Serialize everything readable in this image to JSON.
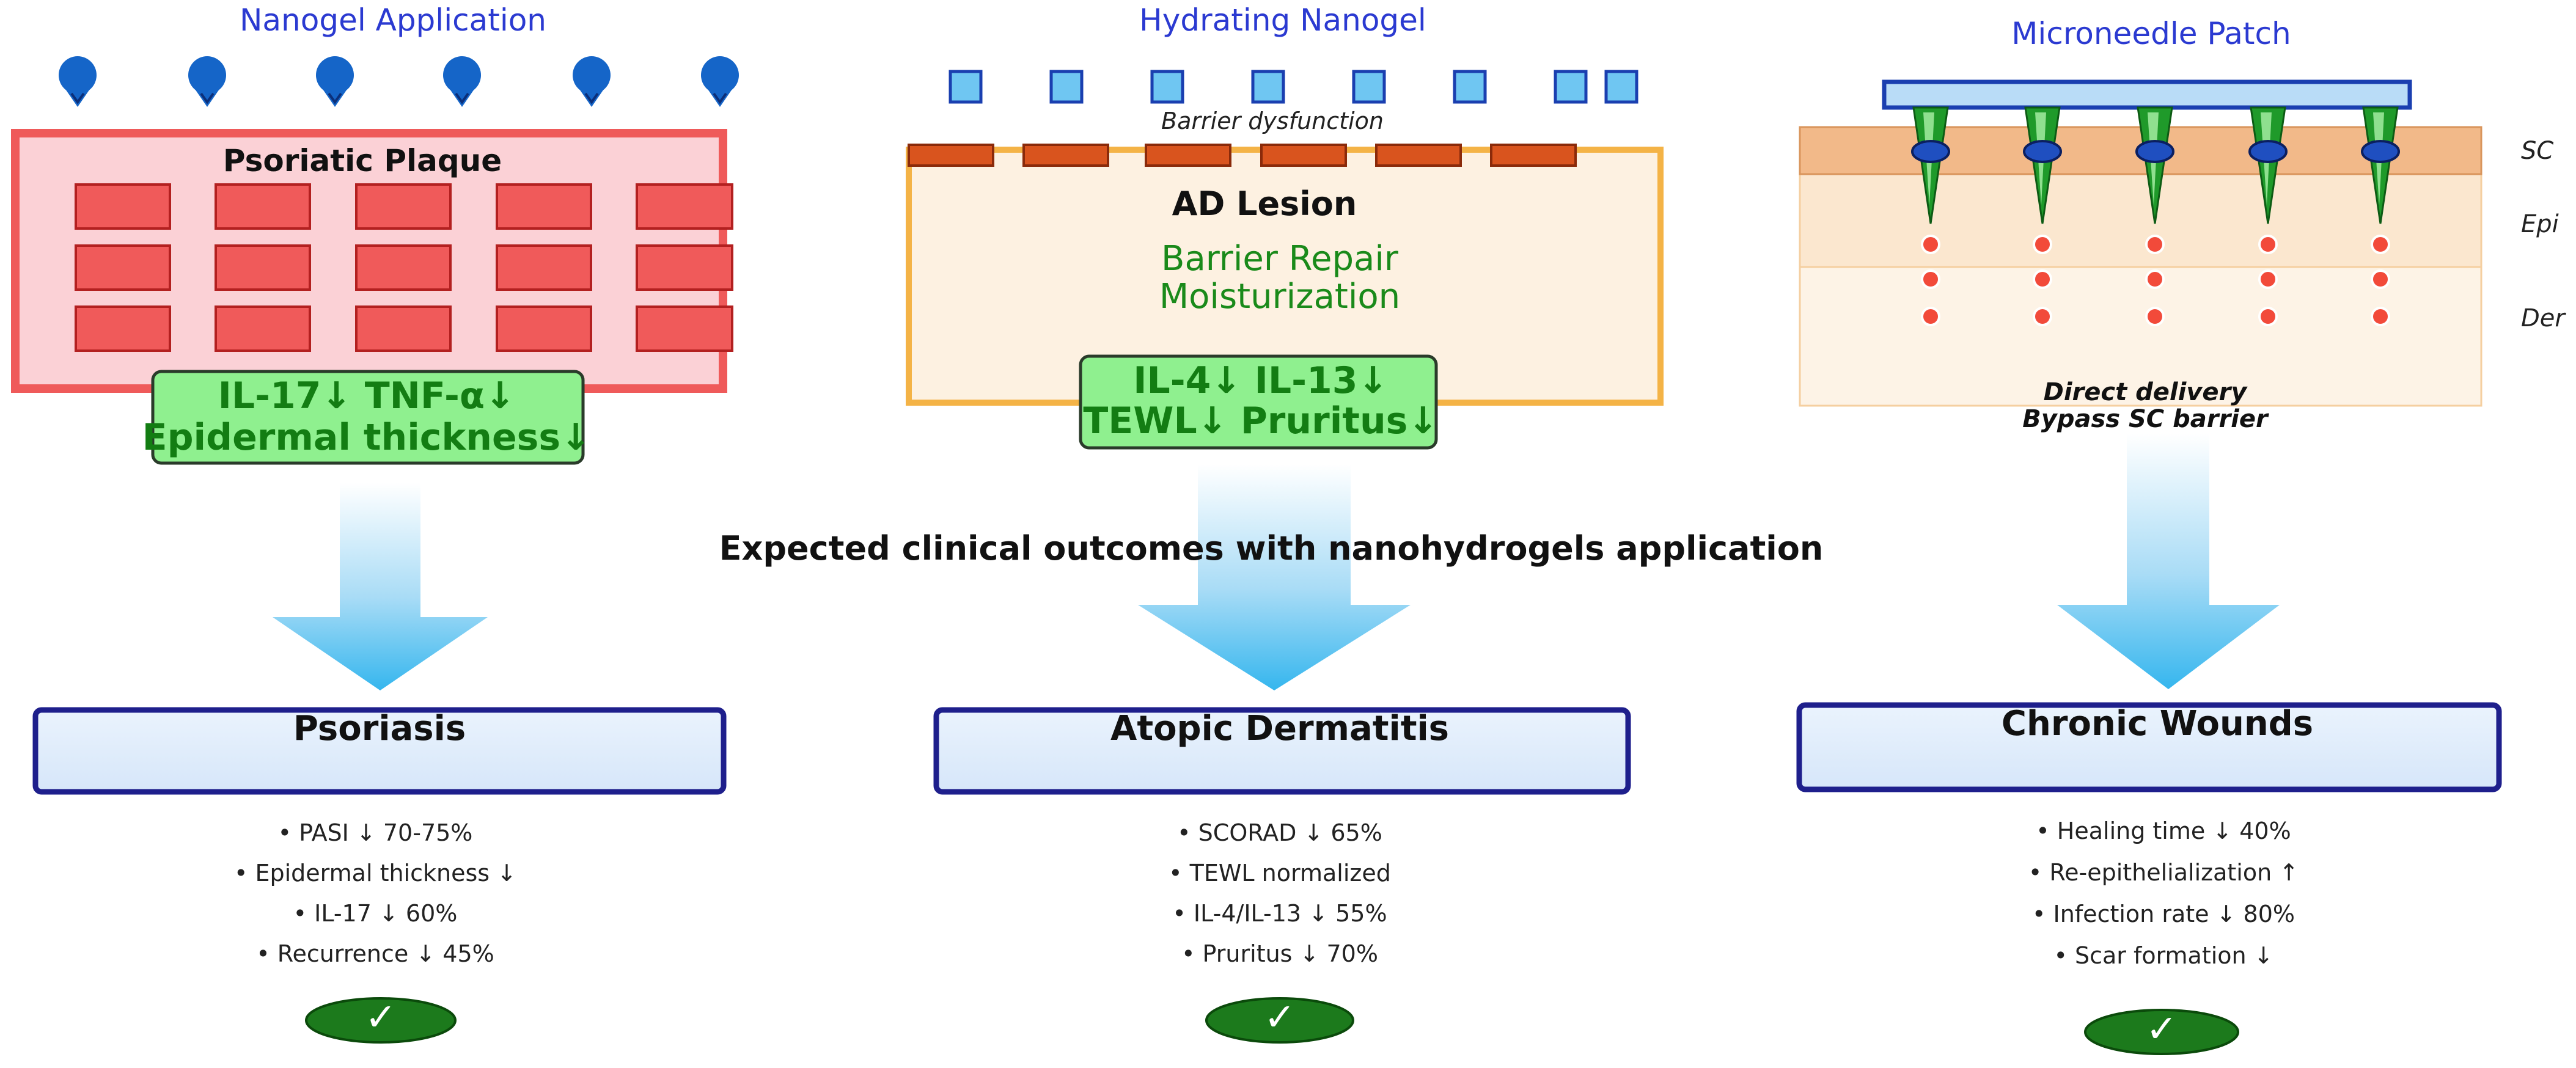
{
  "figure": {
    "center_title": "Expected clinical outcomes with nanohydrogels application"
  },
  "panels": [
    {
      "id": "psoriasis",
      "title": "Nanogel Application",
      "plaque_label": "Psoriatic Plaque",
      "markers": [
        "IL-17↓  TNF-α↓",
        "Epidermal thickness↓"
      ],
      "disease": "Psoriasis",
      "outcomes": [
        "• PASI ↓ 70-75%",
        "• Epidermal thickness ↓",
        "• IL-17 ↓ 60%",
        "• Recurrence ↓ 45%"
      ],
      "check": "✓"
    },
    {
      "id": "atopic-dermatitis",
      "title": "Hydrating Nanogel",
      "barrier_label": "Barrier dysfunction",
      "lesion_label": "AD Lesion",
      "repair_lines": [
        "Barrier Repair",
        "Moisturization"
      ],
      "markers": [
        "IL-4↓  IL-13↓",
        "TEWL↓  Pruritus↓"
      ],
      "disease": "Atopic Dermatitis",
      "outcomes": [
        "• SCORAD ↓ 65%",
        "• TEWL normalized",
        "• IL-4/IL-13 ↓ 55%",
        "• Pruritus ↓ 70%"
      ],
      "check": "✓"
    },
    {
      "id": "chronic-wounds",
      "title": "Microneedle Patch",
      "layers": [
        "SC",
        "Epi",
        "Der"
      ],
      "delivery_lines": [
        "Direct delivery",
        "Bypass SC barrier"
      ],
      "disease": "Chronic Wounds",
      "outcomes": [
        "• Healing time ↓ 40%",
        "• Re-epithelialization ↑",
        "• Infection rate ↓ 80%",
        "• Scar formation ↓"
      ],
      "check": "✓"
    }
  ],
  "colors": {
    "title_blue": "#2b3ad1",
    "droplet_blue": "#1565c8",
    "plaque_fill": "#fbd1d6",
    "plaque_border": "#ef5a5a",
    "cell_fill": "#f05a5a",
    "marker_fill": "#8ff08f",
    "marker_text": "#137d13",
    "lesion_fill": "#fdf1e1",
    "lesion_border": "#f4b346",
    "barrier_fill": "#d9541e",
    "nanogel_square": "#6fc6f2",
    "patch_fill": "#b9dcf7",
    "needle_green": "#1f9a2a",
    "sc_layer": "#f2b989",
    "epi_layer": "#fbe7cf",
    "der_layer": "#fdf3e6",
    "dot_red": "#f24a3a",
    "arrow_blue": "#35b6ee",
    "disease_box_fill": "#e2eefc",
    "disease_box_border": "#1e1f8c",
    "check_green": "#1c7a1c"
  }
}
